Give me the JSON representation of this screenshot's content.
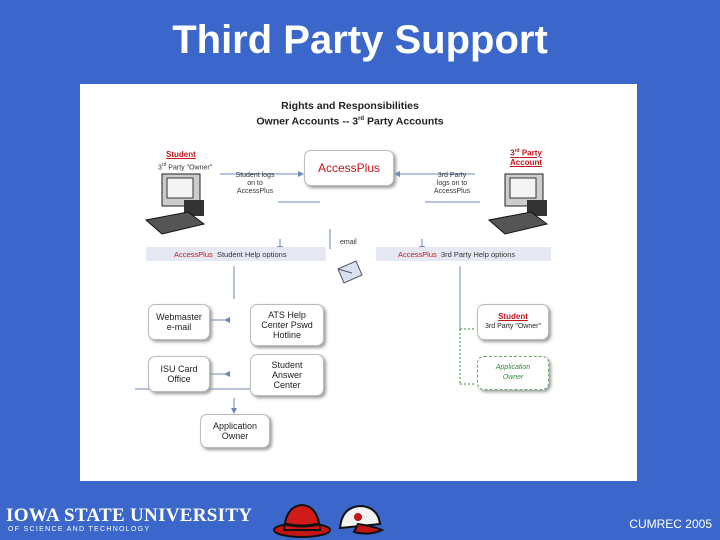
{
  "slide_title": "Third Party Support",
  "diagram": {
    "heading_line1": "Rights and Responsibilities",
    "heading_line2_part1": "Owner Accounts -- 3",
    "heading_line2_sup": "rd",
    "heading_line2_part2": " Party Accounts",
    "student_owner": {
      "label": "Student",
      "sub_a": "3",
      "sub_sup": "rd",
      "sub_b": " Party \"Owner\""
    },
    "third_party_account": {
      "label_a": "3",
      "label_sup": "rd",
      "label_b": " Party",
      "label2": "Account"
    },
    "accessplus_box": "AccessPlus",
    "student_logs": [
      "Student logs",
      "on to",
      "AccessPlus"
    ],
    "third_party_logs": [
      "3rd Party",
      "logs on to",
      "AccessPlus"
    ],
    "email_label": "email",
    "left_help_bar": {
      "brand": "AccessPlus",
      "text": "Student Help options"
    },
    "right_help_bar": {
      "brand": "AccessPlus",
      "text": "3rd Party Help options"
    },
    "boxes": {
      "webmaster": [
        "Webmaster",
        "e-mail"
      ],
      "ats": [
        "ATS Help",
        "Center Pswd",
        "Hotline"
      ],
      "isu_card": [
        "ISU Card",
        "Office"
      ],
      "answer_center": [
        "Student",
        "Answer",
        "Center"
      ],
      "app_owner": [
        "Application",
        "Owner"
      ],
      "student_right_label": "Student",
      "student_right_sub": "3rd Party \"Owner\"",
      "app_owner_right": [
        "Application",
        "Owner"
      ]
    }
  },
  "footer": {
    "university": "IOWA STATE UNIVERSITY",
    "university_sub": "OF SCIENCE AND TECHNOLOGY",
    "conference": "CUMREC 2005"
  },
  "colors": {
    "background": "#3a67c9",
    "accent_red": "#c4141b",
    "panel": "#ffffff"
  }
}
